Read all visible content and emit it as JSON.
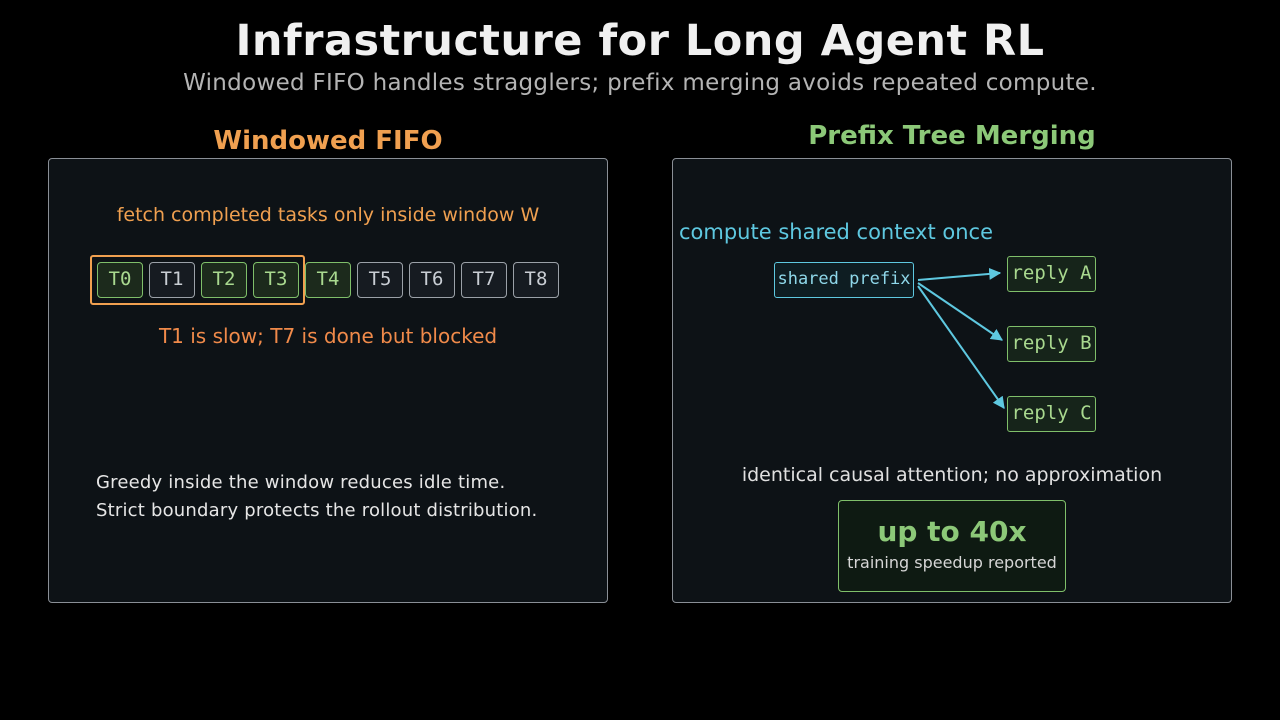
{
  "title": "Infrastructure for Long Agent RL",
  "subtitle": "Windowed FIFO handles stragglers; prefix merging avoids repeated compute.",
  "colors": {
    "orange": "#f0a050",
    "green": "#8cc878",
    "cyan": "#5ec8e0",
    "red_orange": "#f08a4a"
  },
  "left": {
    "heading": "Windowed FIFO",
    "caption": "fetch completed tasks only inside window W",
    "tasks": [
      {
        "label": "T0",
        "state": "done"
      },
      {
        "label": "T1",
        "state": "pending"
      },
      {
        "label": "T2",
        "state": "done"
      },
      {
        "label": "T3",
        "state": "done"
      },
      {
        "label": "T4",
        "state": "done"
      },
      {
        "label": "T5",
        "state": "pending"
      },
      {
        "label": "T6",
        "state": "pending"
      },
      {
        "label": "T7",
        "state": "pending"
      },
      {
        "label": "T8",
        "state": "pending"
      }
    ],
    "note": "T1 is slow; T7 is done but blocked",
    "body_line1": "Greedy inside the window reduces idle time.",
    "body_line2": "Strict boundary protects the rollout distribution."
  },
  "right": {
    "heading": "Prefix Tree Merging",
    "caption": "compute shared context once",
    "prefix_label": "shared prefix",
    "replies": [
      "reply A",
      "reply B",
      "reply C"
    ],
    "note": "identical causal attention; no approximation",
    "speedup_value": "up to 40x",
    "speedup_caption": "training speedup reported"
  }
}
